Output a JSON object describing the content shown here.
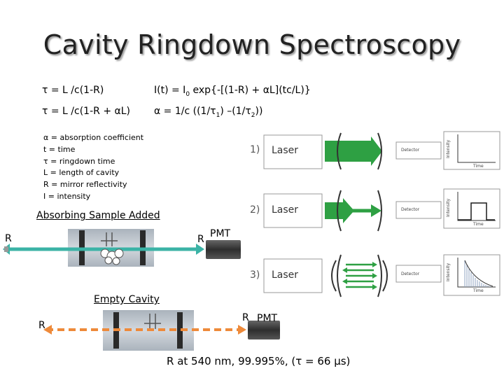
{
  "title": "Cavity Ringdown Spectroscopy",
  "equations": {
    "tau_empty": "τ = L /c(1-R)",
    "tau_sample": "τ = L /c(1-R  + αL)",
    "intensity_pre": "I(t) = I",
    "intensity_sub": "0",
    "intensity_post": " exp{-[(1-R) + αL](tc/L)}",
    "alpha_pre": "α = 1/c ((1/τ",
    "alpha_sub1": "1",
    "alpha_mid": ") –(1/τ",
    "alpha_sub2": "2",
    "alpha_post": "))"
  },
  "legend": [
    "α = absorption coefficient",
    "t = time",
    "τ = ringdown time",
    "L = length of cavity",
    "R = mirror reflectivity",
    "I = intensity"
  ],
  "sections": {
    "sample": "Absorbing Sample Added",
    "empty": "Empty Cavity"
  },
  "labels": {
    "mirror": "R",
    "pmt": "PMT",
    "laser": "Laser",
    "detector": "Detector",
    "intensity": "Intensity",
    "time": "Time"
  },
  "steps": [
    "1)",
    "2)",
    "3)"
  ],
  "footnote": "R at 540 nm, 99.995%, (τ = 66 μs)",
  "colors": {
    "laser_green": "#2ea043",
    "beam_teal": "#3bb3a6",
    "beam_orange": "#ee8a3a",
    "cell_gray": "#bcc4cc",
    "pmt_dark": "#3a3a3a"
  }
}
